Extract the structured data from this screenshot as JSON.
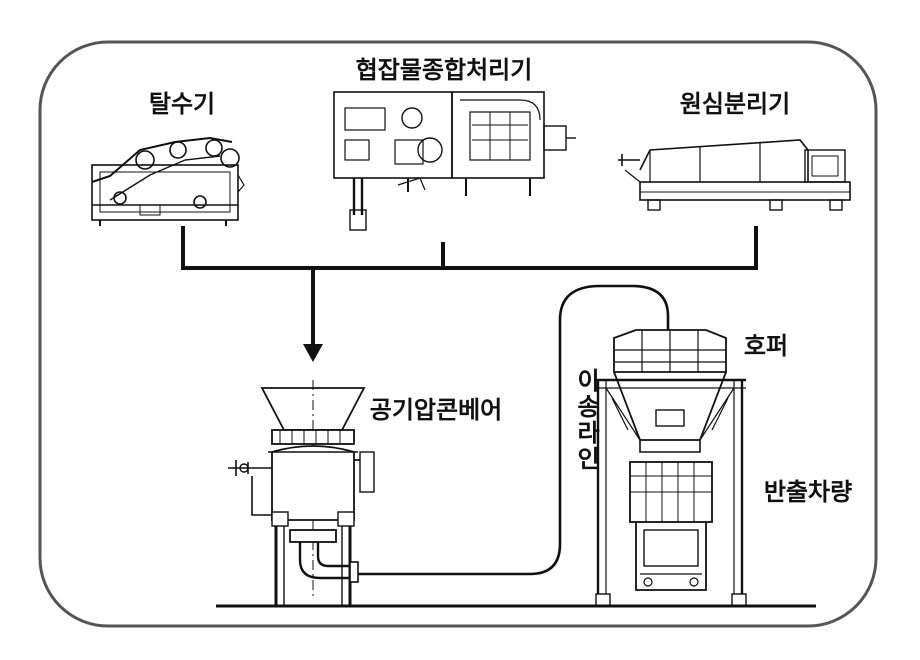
{
  "labels": {
    "dewaterer": "탈수기",
    "integrated_processor": "협잡물종합처리기",
    "centrifuge": "원심분리기",
    "pneumatic_conveyor": "공기압콘베어",
    "transfer_line": "이송라인",
    "hopper": "호퍼",
    "discharge_vehicle": "반출차량"
  },
  "colors": {
    "ink": "#111111",
    "background": "#ffffff",
    "frame": "#555555"
  }
}
